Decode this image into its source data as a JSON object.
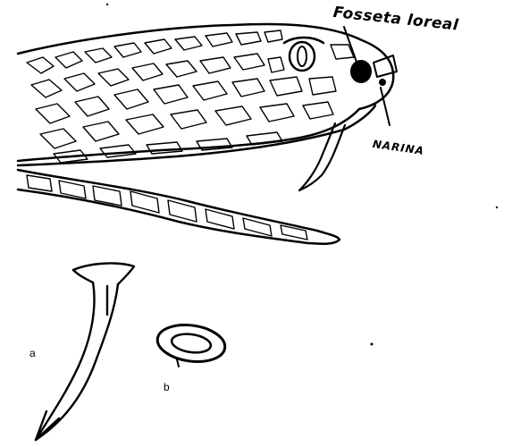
{
  "labels": {
    "fosseta": "Fosseta loreal",
    "narina": "NARINA",
    "fang": "a",
    "fang_section": "b"
  },
  "colors": {
    "ink": "#000000",
    "paper": "#ffffff"
  },
  "illustration": {
    "subject": "snake-head-sketch",
    "icon": "snake-head-icon"
  }
}
